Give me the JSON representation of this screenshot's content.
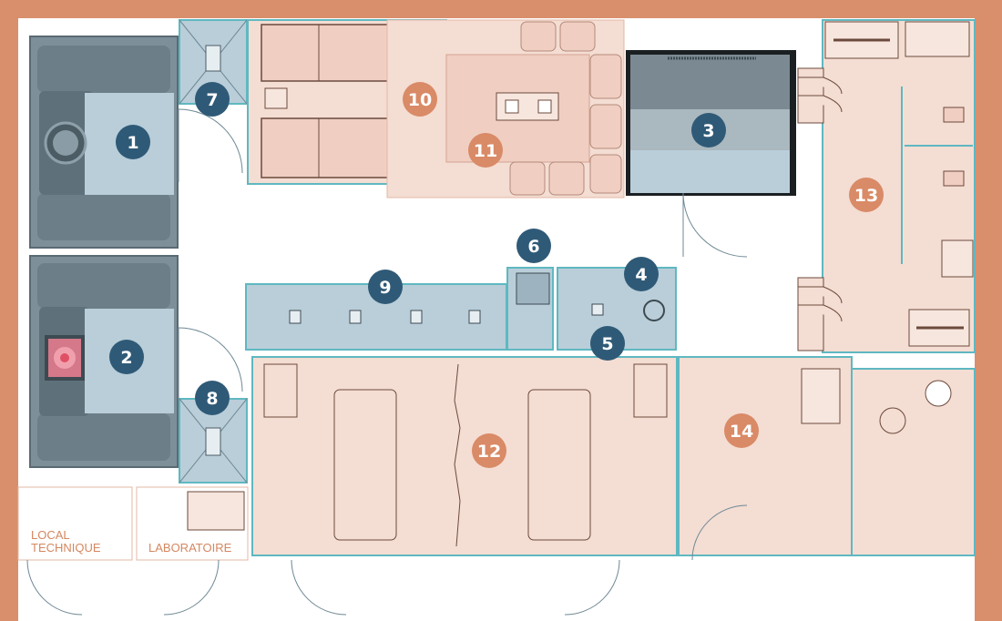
{
  "colors": {
    "wall": "#d98f6c",
    "room_pink": "#f4ddd3",
    "room_blue": "#b9ced9",
    "partition": "#5fb8c1",
    "marker_blue": "#2f5a77",
    "marker_orange": "#d98a66",
    "pool_steel": "#8ea1ab",
    "label_orange": "#d4875f"
  },
  "markers": [
    {
      "id": "marker-1",
      "num": "1",
      "style": "blue"
    },
    {
      "id": "marker-2",
      "num": "2",
      "style": "blue"
    },
    {
      "id": "marker-3",
      "num": "3",
      "style": "blue"
    },
    {
      "id": "marker-4",
      "num": "4",
      "style": "blue"
    },
    {
      "id": "marker-5",
      "num": "5",
      "style": "blue"
    },
    {
      "id": "marker-6",
      "num": "6",
      "style": "blue"
    },
    {
      "id": "marker-7",
      "num": "7",
      "style": "blue"
    },
    {
      "id": "marker-8",
      "num": "8",
      "style": "blue"
    },
    {
      "id": "marker-9",
      "num": "9",
      "style": "blue"
    },
    {
      "id": "marker-10",
      "num": "10",
      "style": "orange"
    },
    {
      "id": "marker-11",
      "num": "11",
      "style": "orange"
    },
    {
      "id": "marker-12",
      "num": "12",
      "style": "orange"
    },
    {
      "id": "marker-13",
      "num": "13",
      "style": "orange"
    },
    {
      "id": "marker-14",
      "num": "14",
      "style": "orange"
    }
  ],
  "labels": {
    "local_technique_1": "LOCAL",
    "local_technique_2": "TECHNIQUE",
    "laboratoire": "LABORATOIRE"
  }
}
